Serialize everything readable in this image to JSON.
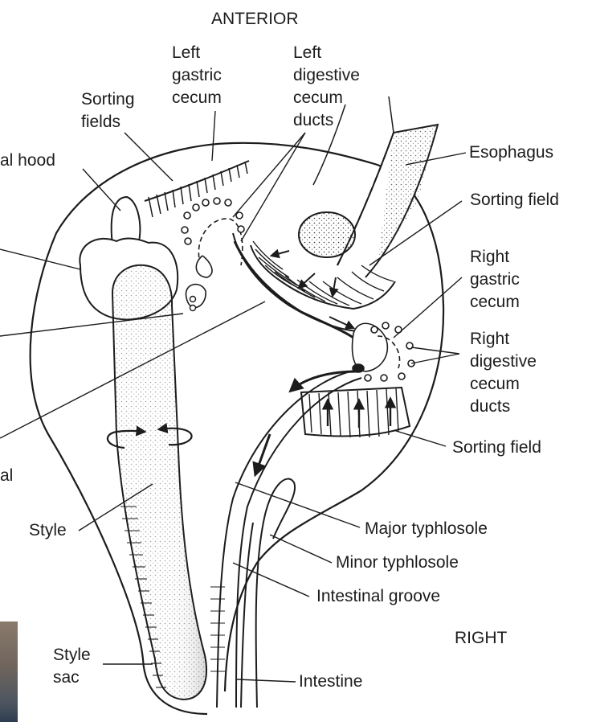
{
  "orientation": {
    "top": "ANTERIOR",
    "side": "RIGHT"
  },
  "labels": {
    "left_gastric_cecum": "Left\ngastric\ncecum",
    "left_digestive_cecum_ducts": "Left\ndigestive\ncecum\nducts",
    "sorting_fields": "Sorting\nfields",
    "esophagus": "Esophagus",
    "sorting_field_top": "Sorting field",
    "right_gastric_cecum": "Right\ngastric\ncecum",
    "right_digestive_cecum_ducts": "Right\ndigestive\ncecum\nducts",
    "sorting_field_bottom": "Sorting field",
    "major_typhlosole": "Major typhlosole",
    "minor_typhlosole": "Minor typhlosole",
    "intestinal_groove": "Intestinal groove",
    "intestine": "Intestine",
    "style": "Style",
    "style_sac": "Style\nsac",
    "gastric_hood_partial": "al hood",
    "left_edge_partial": "al"
  },
  "colors": {
    "ink": "#1c1c1c",
    "paper": "#ffffff"
  }
}
